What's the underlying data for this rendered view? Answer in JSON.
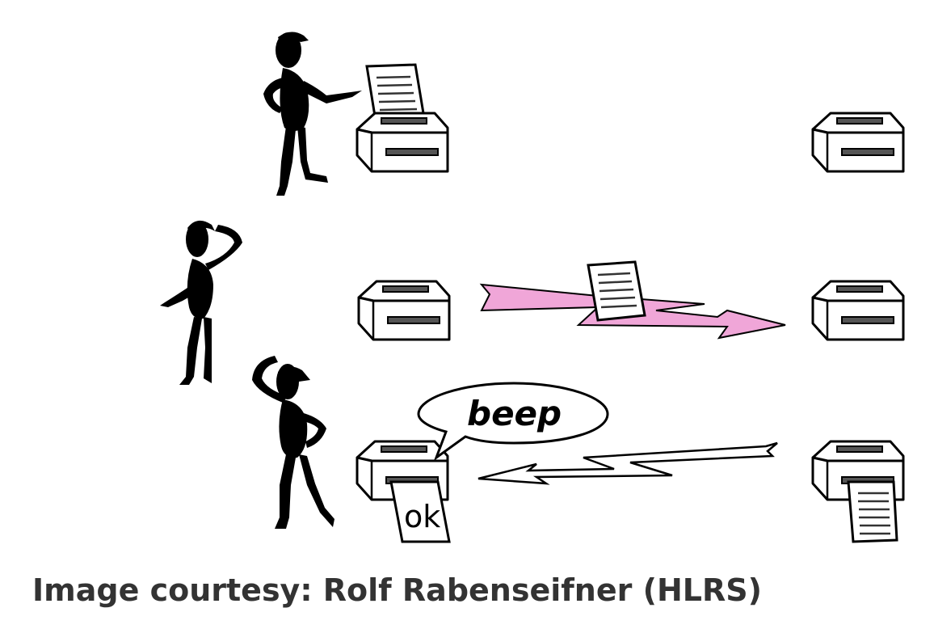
{
  "bubble": {
    "text": "beep"
  },
  "receipt": {
    "text": "ok"
  },
  "caption": {
    "text": "Image courtesy: Rolf Rabenseifner (HLRS)"
  },
  "colors": {
    "message_arrow": "#f0a6d8",
    "ack_arrow": "#ffffff",
    "ink": "#000000"
  },
  "icons": [
    "person-pointing-icon",
    "person-thinking-icon",
    "person-scratching-head-icon",
    "fax-machine-icon",
    "paper-sheet-icon",
    "speech-bubble-icon",
    "arrow-icon"
  ]
}
